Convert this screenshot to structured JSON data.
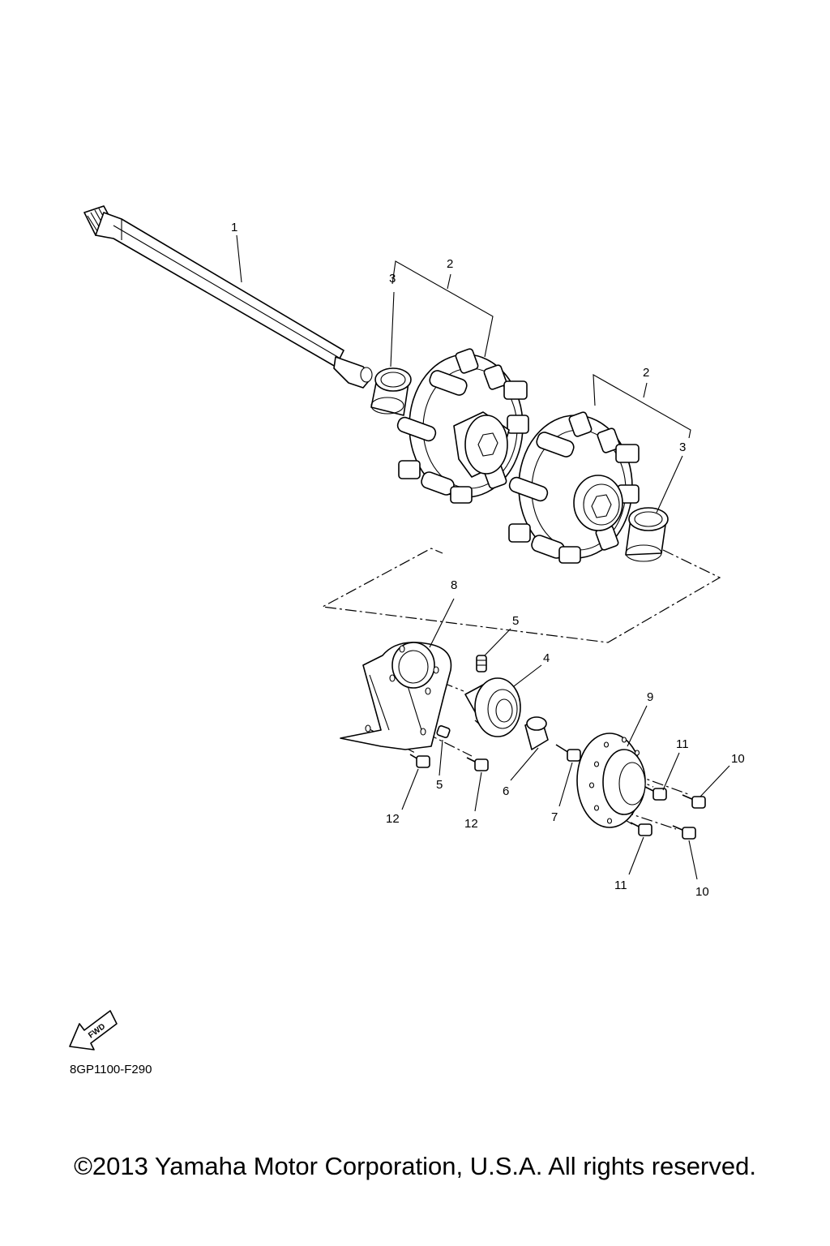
{
  "diagram": {
    "callouts": {
      "shaft": "1",
      "sprocket_left": "2",
      "sprocket_right": "2",
      "collar_left": "3",
      "collar_right": "3",
      "bearing": "4",
      "set_screw_top": "5",
      "set_screw_bottom": "5",
      "spacer": "6",
      "bolt_7": "7",
      "housing": "8",
      "plate": "9",
      "bolt_10_top": "10",
      "bolt_10_bottom": "10",
      "bolt_11_top": "11",
      "bolt_11_bottom": "11",
      "bolt_12_left": "12",
      "bolt_12_right": "12"
    },
    "fwd_label": "FWD",
    "ref_code": "8GP1100-F290"
  },
  "footer": {
    "copyright": "©2013 Yamaha Motor Corporation, U.S.A. All rights reserved."
  }
}
